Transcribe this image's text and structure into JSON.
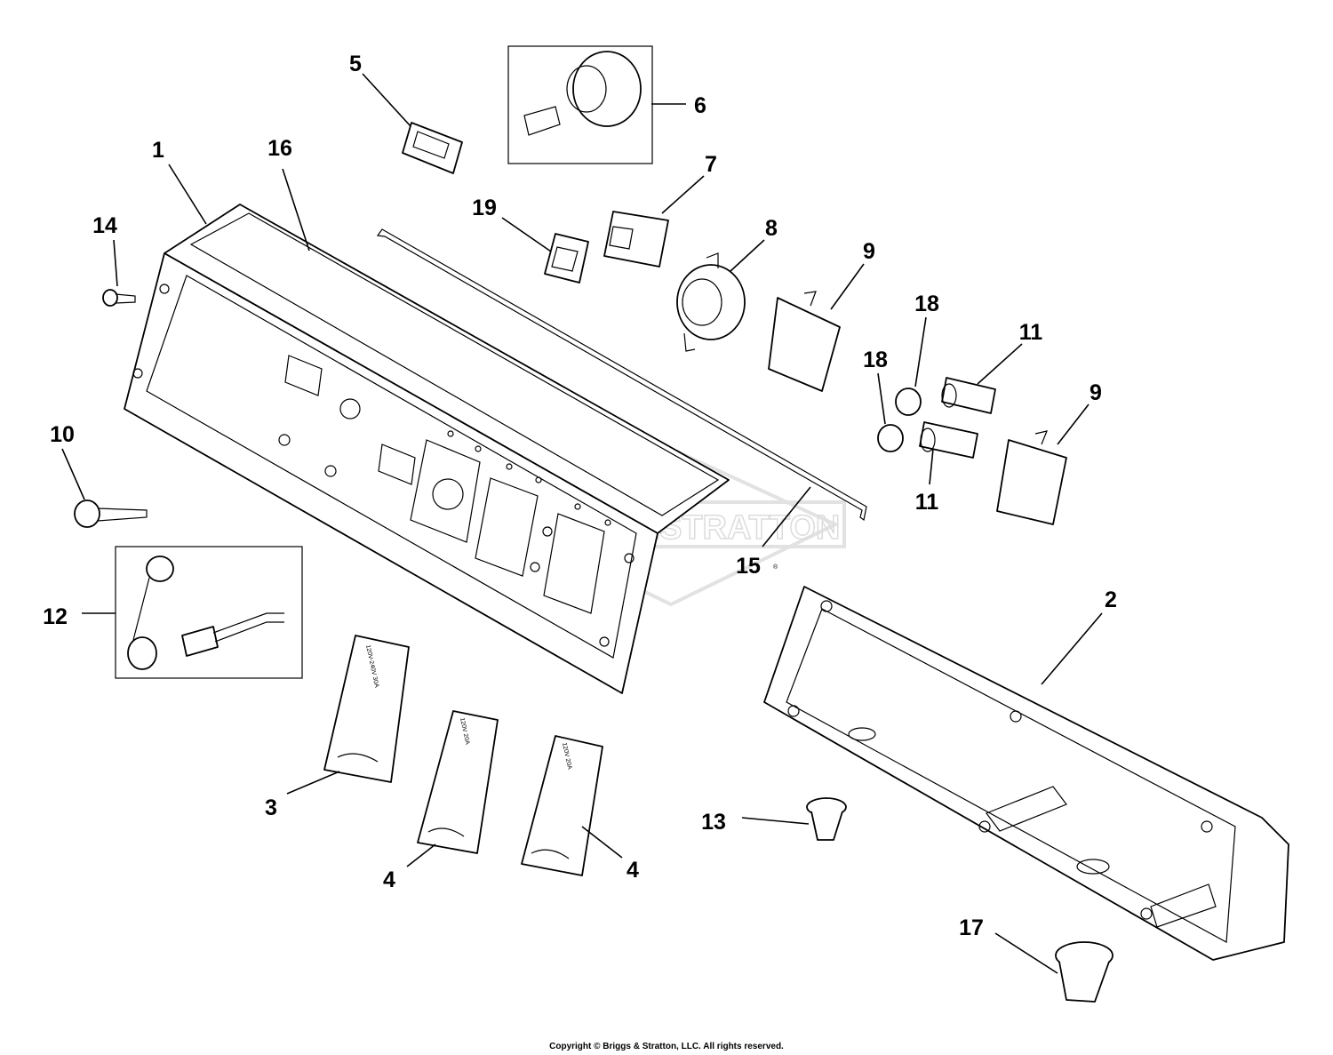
{
  "diagram": {
    "callouts": [
      "1",
      "2",
      "3",
      "4",
      "4",
      "5",
      "6",
      "7",
      "8",
      "9",
      "9",
      "10",
      "11",
      "11",
      "12",
      "13",
      "14",
      "15",
      "16",
      "17",
      "18",
      "18",
      "19"
    ],
    "cover_labels": {
      "cover_3": "120V-240V 30A",
      "cover_4a": "120V 20A",
      "cover_4b": "120V 20A"
    },
    "watermark": {
      "logo_text": "BRIGGS&STRATTON",
      "registered_mark": "®"
    }
  },
  "footer": {
    "copyright": "Copyright © Briggs & Stratton, LLC. All rights reserved."
  }
}
